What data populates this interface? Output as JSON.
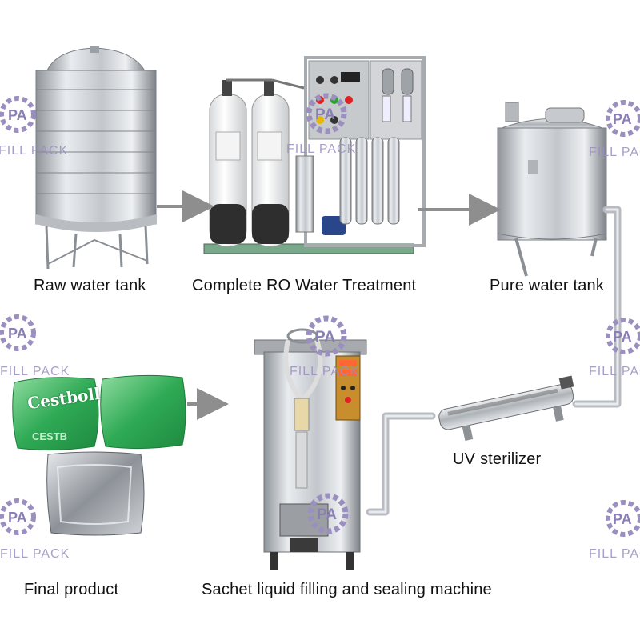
{
  "captions": {
    "raw_water_tank": "Raw water tank",
    "ro_treatment": "Complete RO Water Treatment",
    "pure_water_tank": "Pure water tank",
    "uv_sterilizer": "UV sterilizer",
    "final_product": "Final product",
    "filling_machine": "Sachet liquid filling and sealing machine"
  },
  "watermark": {
    "brand": "FILL PACK",
    "logo_letters": "PA",
    "color": "#9a8fbf"
  },
  "product_label": {
    "brand": "Cestboll",
    "lettering": "CESTB"
  },
  "colors": {
    "steel": "#c9ccd0",
    "pipe": "#b8bcc2",
    "arrow": "#8e8e8e",
    "sachet_green": "#2faa55",
    "caption_text": "#111111"
  }
}
